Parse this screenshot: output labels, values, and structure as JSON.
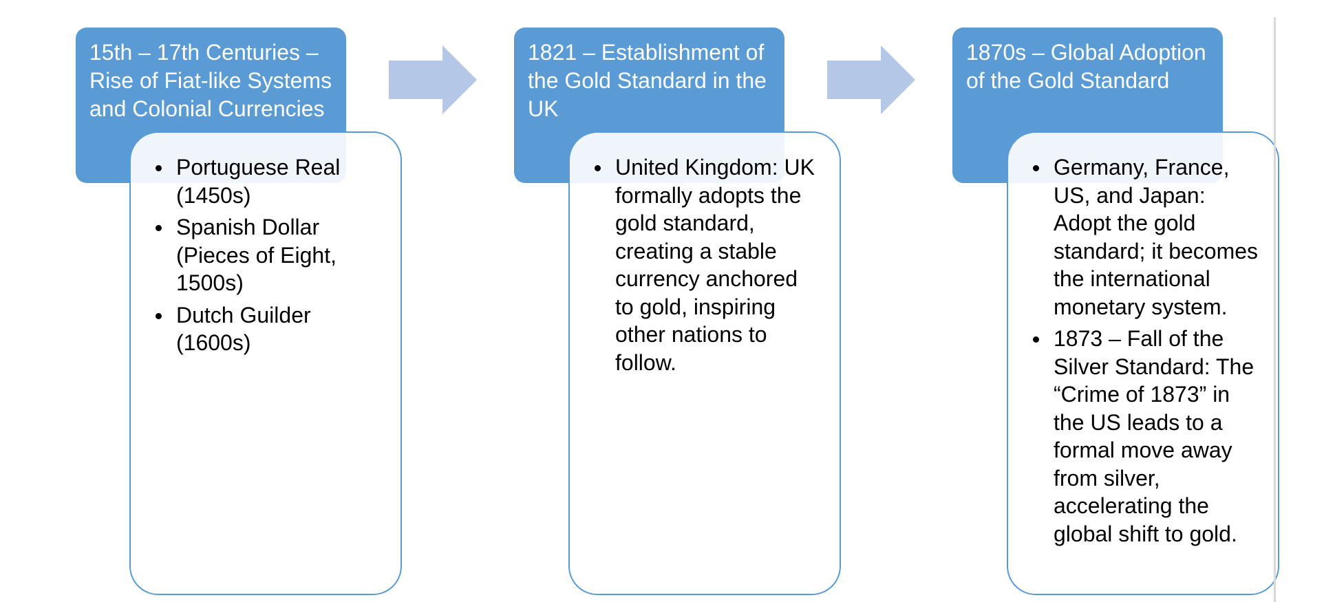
{
  "colors": {
    "header_fill": "#5b9bd5",
    "detail_border": "#5b9bd5",
    "arrow_fill": "#b4c7e7"
  },
  "stages": [
    {
      "header": "15th – 17th Centuries – Rise of Fiat-like Systems and Colonial Currencies",
      "bullets": [
        "Portuguese Real (1450s)",
        "Spanish Dollar (Pieces of Eight, 1500s)",
        "Dutch Guilder (1600s)"
      ]
    },
    {
      "header": "1821 – Establishment of the Gold Standard in the UK",
      "bullets": [
        "United Kingdom: UK formally adopts the gold standard, creating a stable currency anchored to gold, inspiring other nations to follow."
      ]
    },
    {
      "header": "1870s – Global Adoption of the Gold Standard",
      "bullets": [
        "Germany, France, US, and Japan: Adopt the gold standard; it becomes the international monetary system.",
        "1873 – Fall of the Silver Standard: The “Crime of 1873” in the US leads to a formal move away from silver, accelerating the global shift to gold."
      ]
    }
  ]
}
